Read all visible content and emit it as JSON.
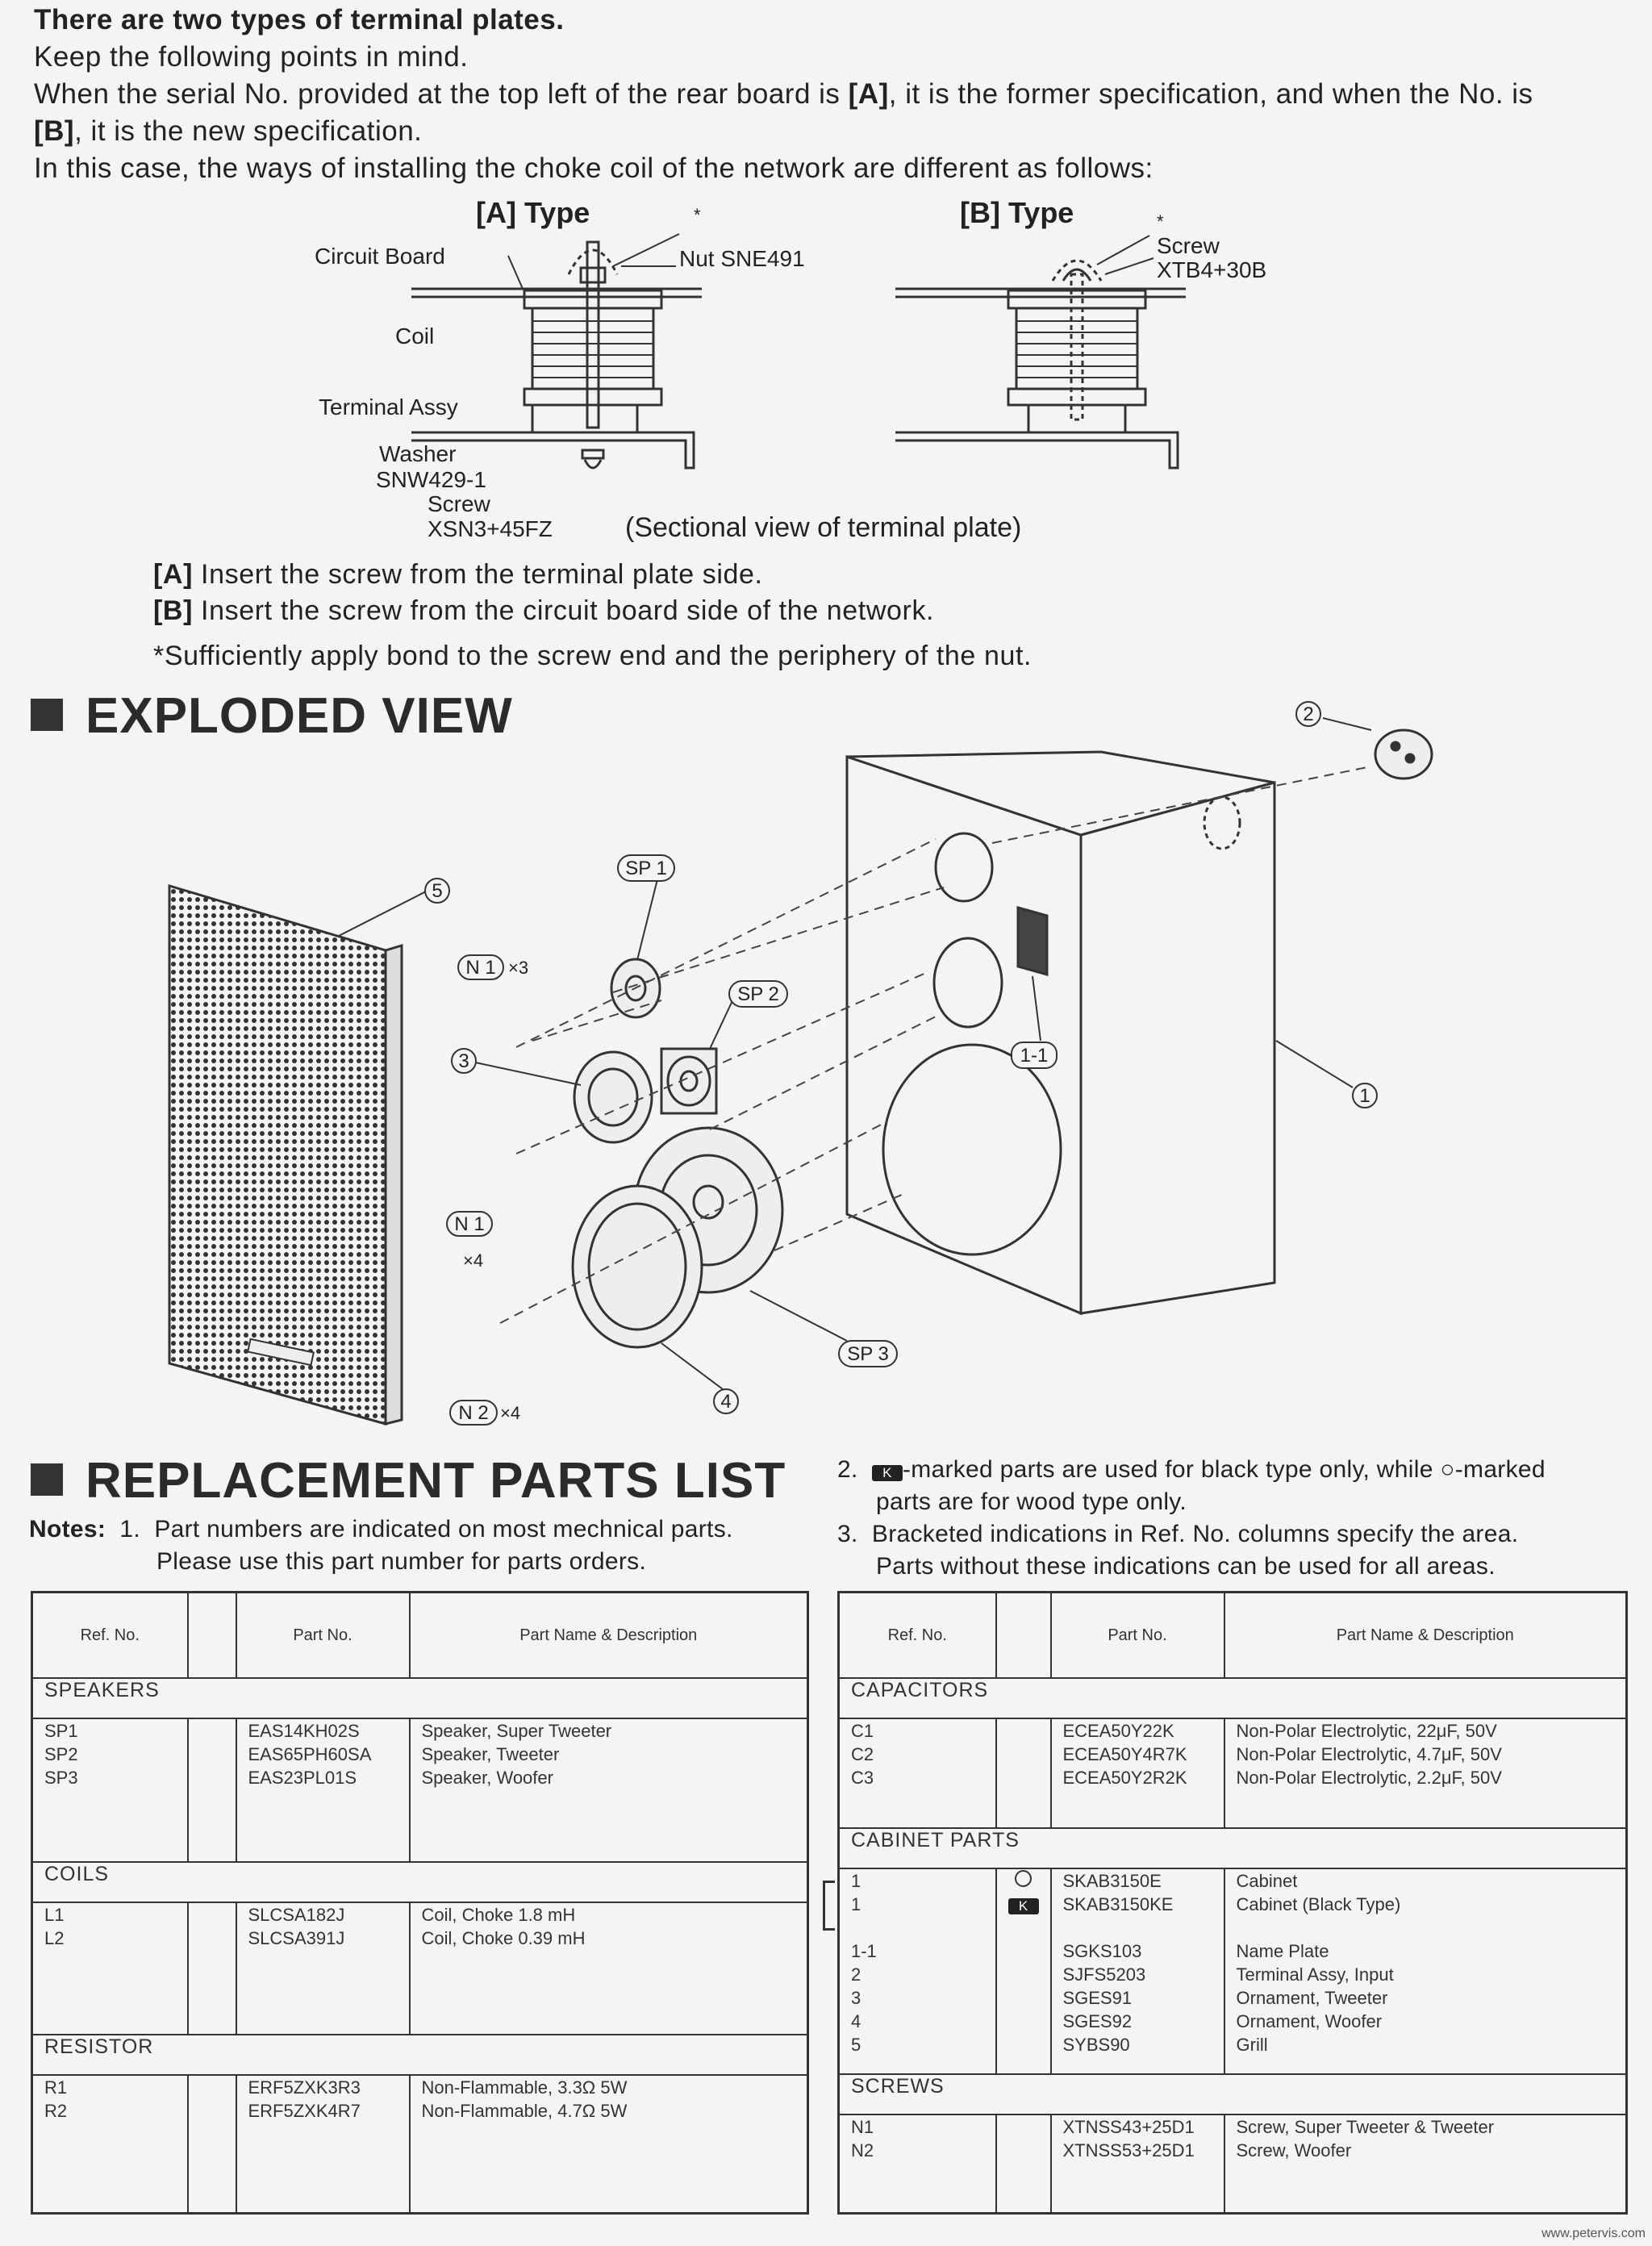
{
  "intro": {
    "heading": "There are two types of terminal plates.",
    "line1": "Keep the following points in mind.",
    "line2a": "When the serial No. provided at the top left of the rear board is ",
    "line2b": "[A]",
    "line2c": ", it is the former specification, and when the No. is",
    "line3a": "[B]",
    "line3b": ", it is the new specification.",
    "line4": "In this case, the ways of installing the choke coil of the network are different as follows:"
  },
  "diagram": {
    "a_title": "[A] Type",
    "b_title": "[B] Type",
    "asterisk": "*",
    "circuit_board": "Circuit Board",
    "nut": "Nut SNE491",
    "coil": "Coil",
    "terminal_assy": "Terminal Assy",
    "washer1": "Washer",
    "washer2": "SNW429-1",
    "screw_a1": "Screw",
    "screw_a2": "XSN3+45FZ",
    "screw_b1": "Screw",
    "screw_b2": "XTB4+30B",
    "caption": "(Sectional view of terminal plate)"
  },
  "notes_install": {
    "a_tag": "[A]",
    "a_text": " Insert the screw from the terminal plate side.",
    "b_tag": "[B]",
    "b_text": " Insert the screw from the circuit board side of the network.",
    "bond": "*Sufficiently apply bond to the screw end and the periphery of the nut."
  },
  "exploded": {
    "title": "EXPLODED VIEW",
    "labels": {
      "sp1": "SP 1",
      "sp2": "SP 2",
      "sp3": "SP 3",
      "n1a": "N 1",
      "n1a_qty": "×3",
      "n1b": "N 1",
      "n1b_qty": "×4",
      "n2": "N 2",
      "n2_qty": "×4",
      "c1": "1",
      "c2": "2",
      "c3": "3",
      "c4": "4",
      "c5": "5",
      "nameplate": "1-1"
    }
  },
  "parts_list": {
    "title": "REPLACEMENT PARTS LIST",
    "notes_label": "Notes:",
    "note1_num": "1.",
    "note1_a": "Part numbers are indicated on most mechnical parts.",
    "note1_b": "Please use this part number for parts orders.",
    "note2_num": "2.",
    "note2_k": "K",
    "note2_a": "-marked parts are used for black type only, while ",
    "note2_o": "○",
    "note2_b": "-marked",
    "note2_c": "parts are for wood type only.",
    "note3_num": "3.",
    "note3_a": "Bracketed indications in Ref. No. columns specify the area.",
    "note3_b": "Parts without these indications can be used for all areas.",
    "headers": {
      "ref": "Ref. No.",
      "part": "Part No.",
      "desc": "Part Name & Description"
    },
    "left_groups": [
      {
        "name": "SPEAKERS",
        "rows": [
          {
            "ref": "SP1",
            "part": "EAS14KH02S",
            "desc": "Speaker, Super Tweeter"
          },
          {
            "ref": "SP2",
            "part": "EAS65PH60SA",
            "desc": "Speaker, Tweeter"
          },
          {
            "ref": "SP3",
            "part": "EAS23PL01S",
            "desc": "Speaker, Woofer"
          }
        ]
      },
      {
        "name": "COILS",
        "rows": [
          {
            "ref": "L1",
            "part": "SLCSA182J",
            "desc": "Coil, Choke 1.8 mH"
          },
          {
            "ref": "L2",
            "part": "SLCSA391J",
            "desc": "Coil, Choke 0.39 mH"
          }
        ]
      },
      {
        "name": "RESISTOR",
        "rows": [
          {
            "ref": "R1",
            "part": "ERF5ZXK3R3",
            "desc": "Non-Flammable, 3.3Ω 5W"
          },
          {
            "ref": "R2",
            "part": "ERF5ZXK4R7",
            "desc": "Non-Flammable, 4.7Ω 5W"
          }
        ]
      }
    ],
    "right_groups": [
      {
        "name": "CAPACITORS",
        "rows": [
          {
            "ref": "C1",
            "mark": "",
            "part": "ECEA50Y22K",
            "desc": "Non-Polar Electrolytic, 22μF, 50V"
          },
          {
            "ref": "C2",
            "mark": "",
            "part": "ECEA50Y4R7K",
            "desc": "Non-Polar Electrolytic, 4.7μF, 50V"
          },
          {
            "ref": "C3",
            "mark": "",
            "part": "ECEA50Y2R2K",
            "desc": "Non-Polar Electrolytic, 2.2μF, 50V"
          }
        ]
      },
      {
        "name": "CABINET PARTS",
        "rows": [
          {
            "ref": "1",
            "mark": "o",
            "part": "SKAB3150E",
            "desc": "Cabinet"
          },
          {
            "ref": "1",
            "mark": "k",
            "part": "SKAB3150KE",
            "desc": "Cabinet (Black Type)"
          },
          {
            "ref": "",
            "mark": "",
            "part": "",
            "desc": ""
          },
          {
            "ref": "1-1",
            "mark": "",
            "part": "SGKS103",
            "desc": "Name Plate"
          },
          {
            "ref": "2",
            "mark": "",
            "part": "SJFS5203",
            "desc": "Terminal Assy, Input"
          },
          {
            "ref": "3",
            "mark": "",
            "part": "SGES91",
            "desc": "Ornament, Tweeter"
          },
          {
            "ref": "4",
            "mark": "",
            "part": "SGES92",
            "desc": "Ornament, Woofer"
          },
          {
            "ref": "5",
            "mark": "",
            "part": "SYBS90",
            "desc": "Grill"
          }
        ]
      },
      {
        "name": "SCREWS",
        "rows": [
          {
            "ref": "N1",
            "mark": "",
            "part": "XTNSS43+25D1",
            "desc": "Screw, Super Tweeter & Tweeter"
          },
          {
            "ref": "N2",
            "mark": "",
            "part": "XTNSS53+25D1",
            "desc": "Screw, Woofer"
          }
        ]
      }
    ],
    "k_symbol": "K"
  },
  "footer": "www.petervis.com"
}
